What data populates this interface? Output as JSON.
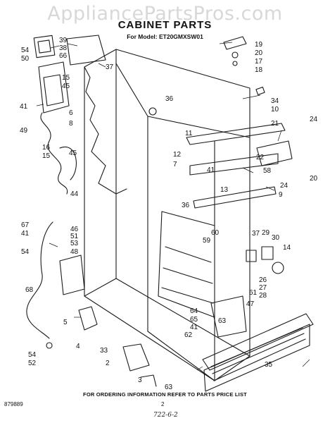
{
  "watermark": "AppliancePartsPros.com",
  "title": "CABINET PARTS",
  "model_line": "For Model: ET20GMXSW01",
  "footer_note": "FOR ORDERING INFORMATION REFER TO PARTS PRICE LIST",
  "page_number": "2",
  "doc_code": "879889",
  "handwritten_note": "722-6-2",
  "callouts": [
    "54",
    "50",
    "39",
    "38",
    "66",
    "37",
    "45",
    "15",
    "41",
    "6",
    "49",
    "8",
    "16",
    "15",
    "45",
    "44",
    "67",
    "41",
    "54",
    "53",
    "48",
    "68",
    "46",
    "51",
    "5",
    "4",
    "54",
    "52",
    "36",
    "19",
    "20",
    "17",
    "18",
    "34",
    "10",
    "24",
    "21",
    "22",
    "20",
    "24",
    "11",
    "12",
    "7",
    "41",
    "58",
    "13",
    "9",
    "36",
    "60",
    "59",
    "37",
    "29",
    "30",
    "14",
    "26",
    "27",
    "28",
    "61",
    "47",
    "64",
    "65",
    "41",
    "63",
    "62",
    "33",
    "2",
    "3",
    "35",
    "63"
  ]
}
